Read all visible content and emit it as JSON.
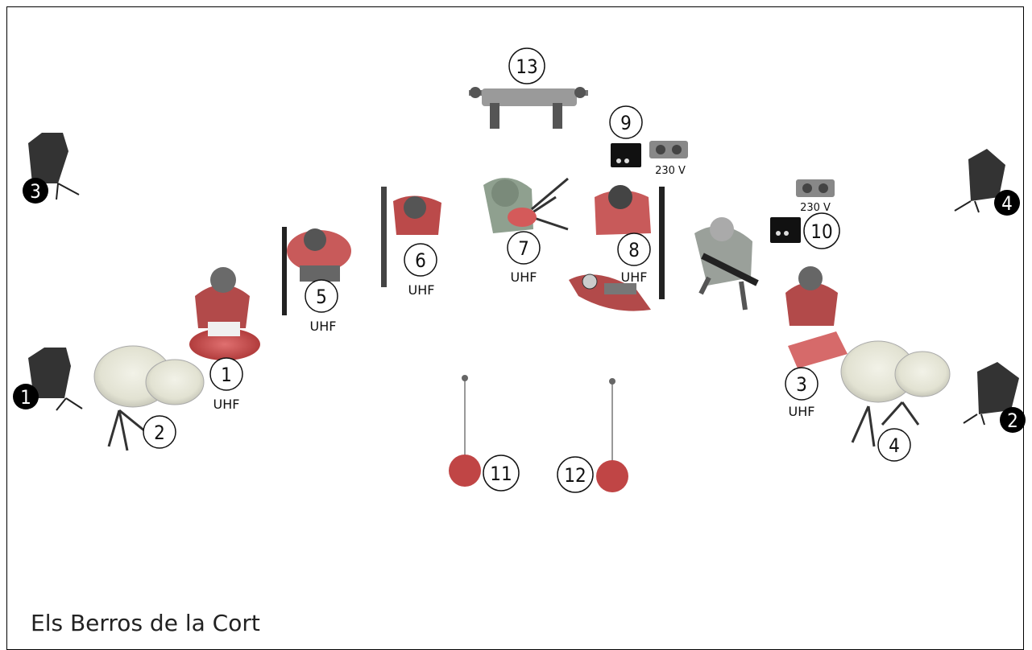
{
  "band_name": "Els Berros de la Cort",
  "speakers": [
    {
      "id": "monitor-3",
      "number": "3"
    },
    {
      "id": "monitor-1",
      "number": "1"
    },
    {
      "id": "monitor-4",
      "number": "4"
    },
    {
      "id": "monitor-2",
      "number": "2"
    }
  ],
  "positions": [
    {
      "id": "pos-1",
      "number": "1",
      "tag": "UHF"
    },
    {
      "id": "pos-2",
      "number": "2",
      "tag": ""
    },
    {
      "id": "pos-3",
      "number": "3",
      "tag": "UHF"
    },
    {
      "id": "pos-4",
      "number": "4",
      "tag": ""
    },
    {
      "id": "pos-5",
      "number": "5",
      "tag": "UHF"
    },
    {
      "id": "pos-6",
      "number": "6",
      "tag": "UHF"
    },
    {
      "id": "pos-7",
      "number": "7",
      "tag": "UHF"
    },
    {
      "id": "pos-8",
      "number": "8",
      "tag": "UHF"
    },
    {
      "id": "pos-9",
      "number": "9",
      "tag": ""
    },
    {
      "id": "pos-10",
      "number": "10",
      "tag": ""
    },
    {
      "id": "pos-11",
      "number": "11",
      "tag": ""
    },
    {
      "id": "pos-12",
      "number": "12",
      "tag": ""
    },
    {
      "id": "pos-13",
      "number": "13",
      "tag": ""
    }
  ],
  "power": [
    {
      "id": "power-9",
      "label": "230 V"
    },
    {
      "id": "power-10",
      "label": "230 V"
    }
  ]
}
